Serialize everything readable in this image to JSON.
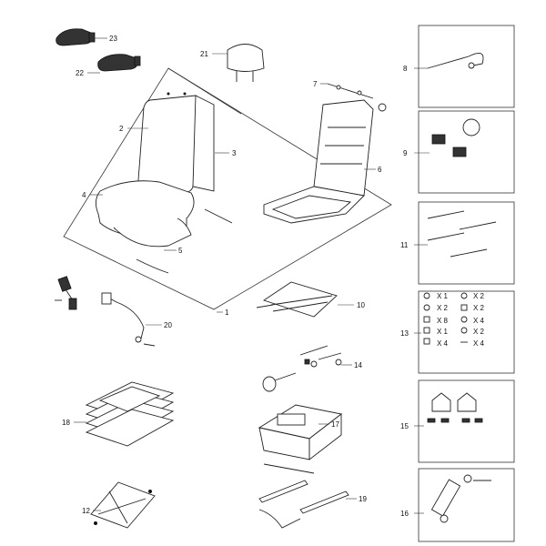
{
  "labels": {
    "p1": "1",
    "p2": "2",
    "p3": "3",
    "p4": "4",
    "p5": "5",
    "p6": "6",
    "p7": "7",
    "p8": "8",
    "p9": "9",
    "p10": "10",
    "p11": "11",
    "p12": "12",
    "p13": "13",
    "p14": "14",
    "p15": "15",
    "p16": "16",
    "p17": "17",
    "p18": "18",
    "p19": "19",
    "p20": "20",
    "p21": "21",
    "p22": "22",
    "p23": "23"
  },
  "hardware_kit": {
    "left": [
      "X 1",
      "X 2",
      "X 8",
      "X 1",
      "X 4"
    ],
    "right": [
      "X 2",
      "X 2",
      "X 4",
      "X 2",
      "X 4"
    ]
  }
}
